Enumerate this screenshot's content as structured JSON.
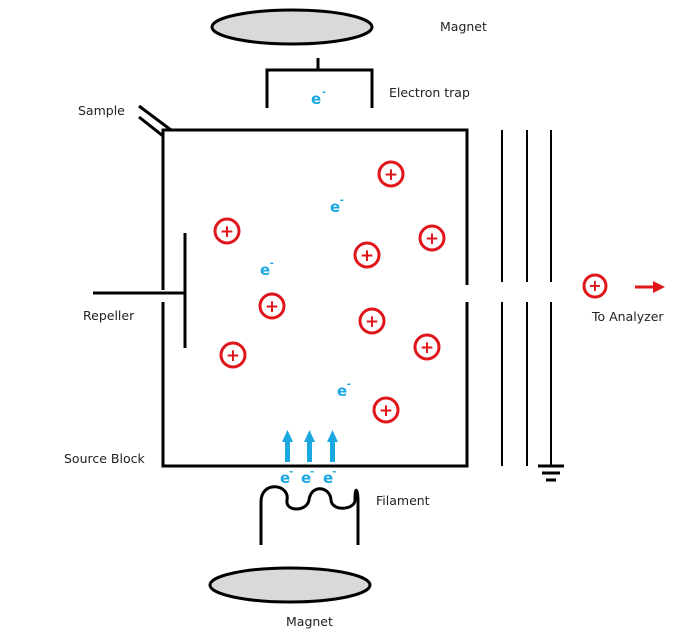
{
  "labels": {
    "magnet_top": "Magnet",
    "electron_trap": "Electron trap",
    "sample": "Sample",
    "repeller": "Repeller",
    "to_analyzer": "To Analyzer",
    "source_block": "Source Block",
    "filament": "Filament",
    "magnet_bottom": "Magnet"
  },
  "symbols": {
    "electron": "e",
    "electron_charge": "-",
    "ion_sign": "+"
  },
  "colors": {
    "ion": "#e0161b",
    "electron": "#1ba8e0",
    "line": "#000000",
    "magnet_fill": "#d9d9d9"
  },
  "counts": {
    "ions_in_chamber": 10,
    "electrons_in_chamber": 3,
    "emitted_electrons": 3,
    "accelerator_plates": 3
  }
}
